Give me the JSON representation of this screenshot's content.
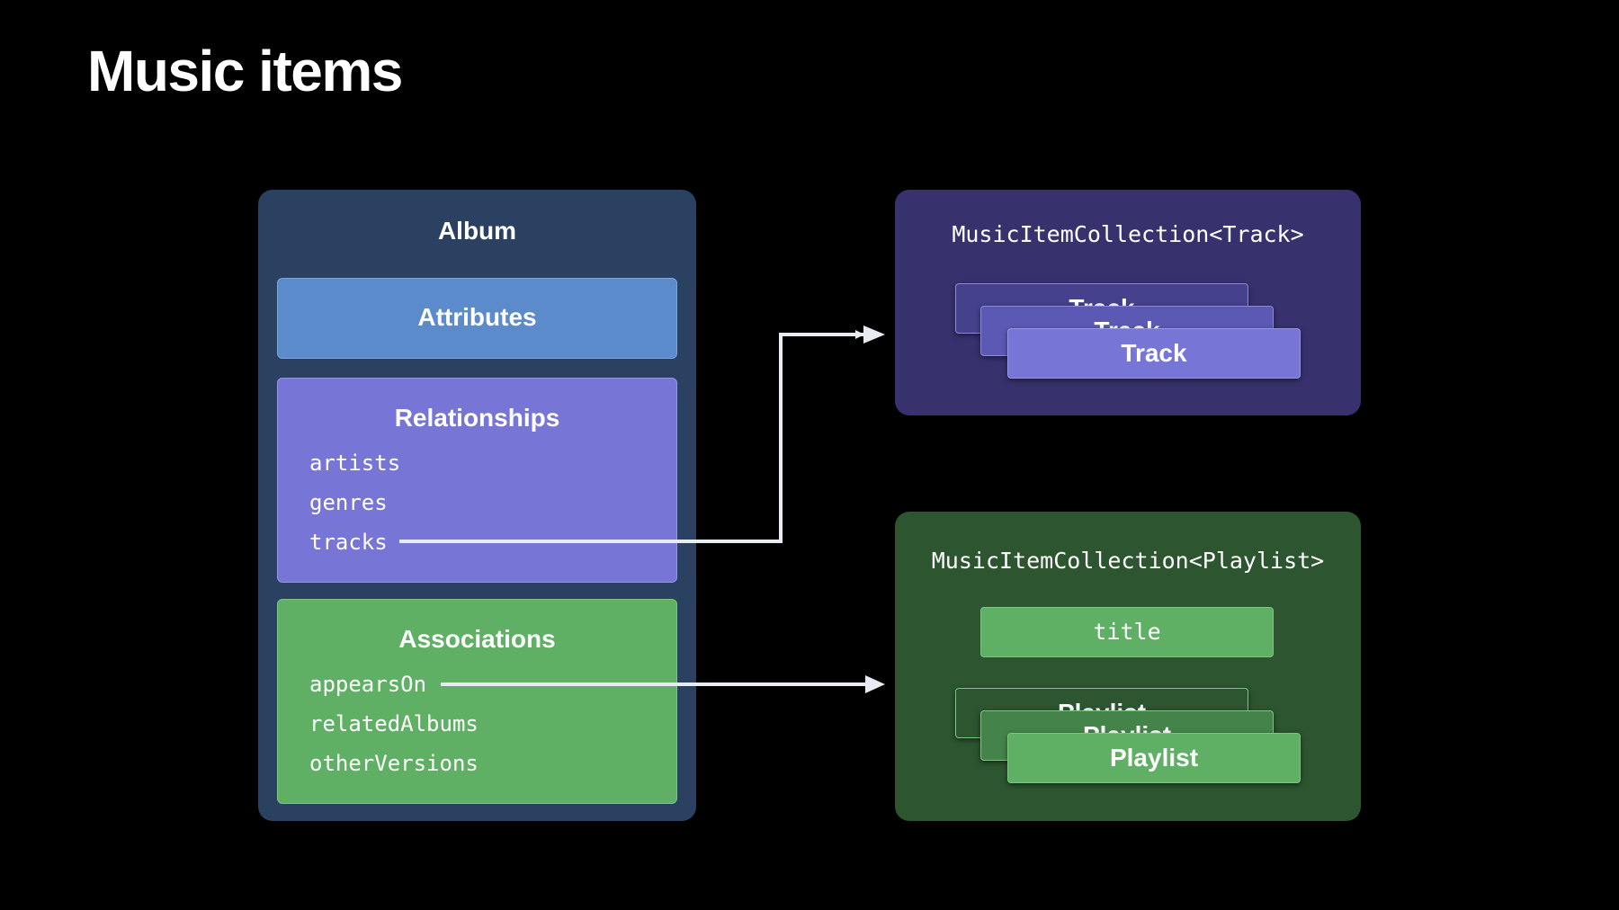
{
  "title": "Music items",
  "album": {
    "label": "Album",
    "attributes": "Attributes",
    "relationships": {
      "label": "Relationships",
      "items": [
        "artists",
        "genres",
        "tracks"
      ]
    },
    "associations": {
      "label": "Associations",
      "items": [
        "appearsOn",
        "relatedAlbums",
        "otherVersions"
      ]
    }
  },
  "track_collection": {
    "label": "MusicItemCollection<Track>",
    "cards": [
      "Track",
      "Track",
      "Track"
    ]
  },
  "playlist_collection": {
    "label": "MusicItemCollection<Playlist>",
    "title": "title",
    "cards": [
      "Playlist",
      "Playlist",
      "Playlist"
    ]
  },
  "colors": {
    "background": "#000000",
    "album": "#2b4161",
    "attributes": "#5b8bca",
    "relationships": "#7775d6",
    "associations": "#5fb064",
    "track_collection": "#37326e",
    "playlist_collection": "#2c5530",
    "arrow": "#e8ecf2"
  }
}
